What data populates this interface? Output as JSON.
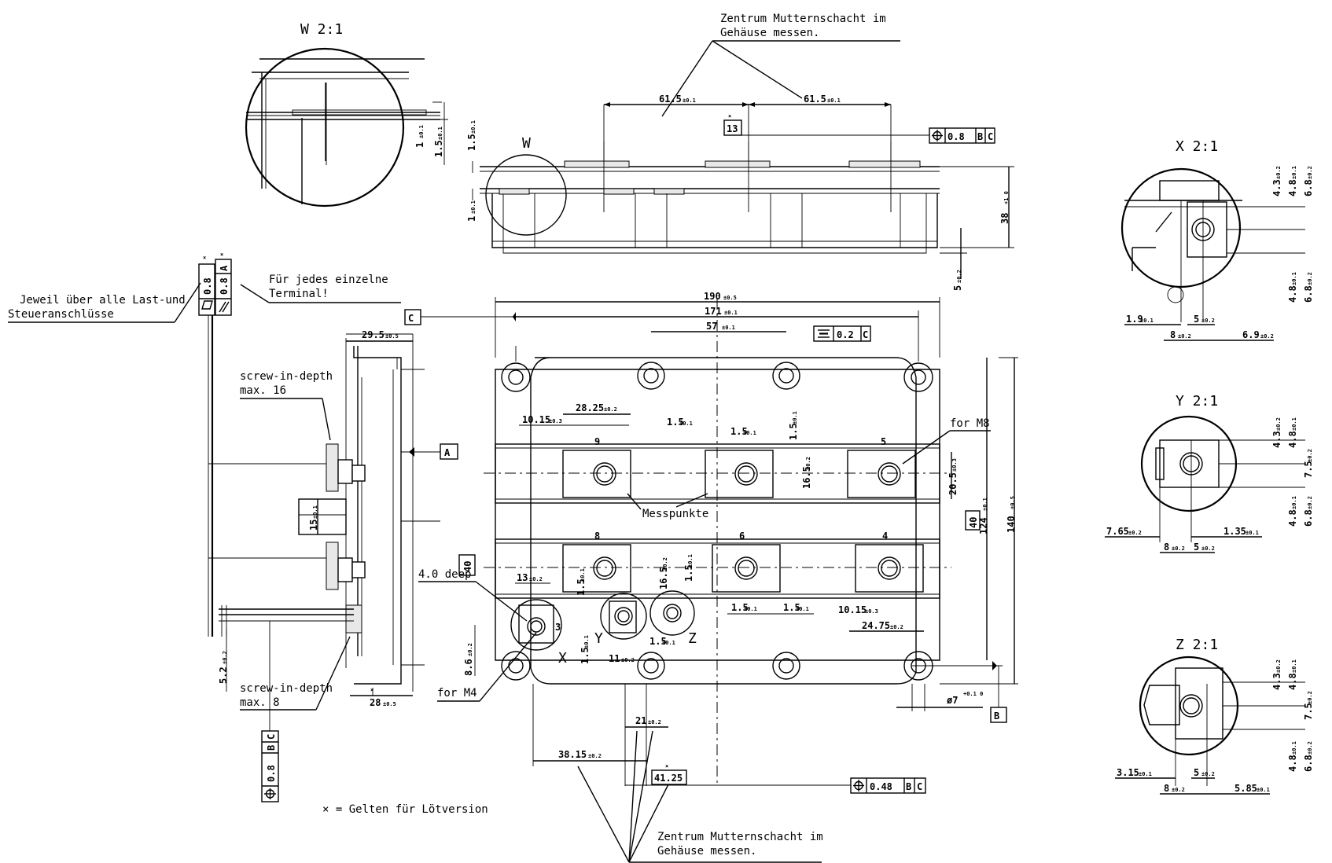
{
  "views": {
    "w_detail_title": "W 2:1",
    "x_detail_title": "X 2:1",
    "y_detail_title": "Y 2:1",
    "z_detail_title": "Z 2:1",
    "w_marker": "W",
    "x_marker": "X",
    "y_marker": "Y",
    "z_marker": "Z"
  },
  "notes": {
    "center_nut_top_line1": "Zentrum Mutternschacht im",
    "center_nut_top_line2": "Gehäuse messen.",
    "center_nut_bottom_line1": "Zentrum Mutternschacht im",
    "center_nut_bottom_line2": "Gehäuse messen.",
    "jeweil_line1": "Jeweil über alle Last-und",
    "jeweil_line2": "Steueranschlüsse",
    "fuer_jedes_line1": "Für jedes einzelne",
    "fuer_jedes_line2": "Terminal!",
    "screw_depth_16_line1": "screw-in-depth",
    "screw_depth_16_line2": "max. 16",
    "screw_depth_8_line1": "screw-in-depth",
    "screw_depth_8_line2": "max. 8",
    "for_m8": "for M8",
    "for_m4": "for M4",
    "messpunkte": "Messpunkte",
    "deep": "4.0 deep",
    "solder_note": "× = Gelten für Lötversion"
  },
  "datums": {
    "a": "A",
    "b": "B",
    "c": "C"
  },
  "terminals": [
    "9",
    "5",
    "8",
    "6",
    "4",
    "3"
  ],
  "tolerance_frames": {
    "top_position": "0.8",
    "top_refs": [
      "B",
      "C"
    ],
    "bottom_position": "0.48",
    "bottom_refs": [
      "B",
      "C"
    ],
    "left_position": "0.8",
    "left_refs": [
      "B",
      "C"
    ],
    "flatness": "0.8",
    "parallel": "0.8",
    "parallel_ref": "A",
    "symmetry": "0.2",
    "symmetry_ref": "C"
  },
  "boxed_dims": {
    "d13": "13",
    "d41_25": "41.25",
    "d40a": "40",
    "d40b": "40"
  },
  "dims": {
    "d61_5_left": "61.5",
    "d61_5_right": "61.5",
    "d190": "190",
    "d171": "171",
    "d57": "57",
    "d29_5": "29.5",
    "d28": "28",
    "d28_25": "28.25",
    "d10_15a": "10.15",
    "d10_15b": "10.15",
    "d1_5a": "1.5",
    "d1_5b": "1.5",
    "d1_5c": "1.5",
    "d1_5d": "1.5",
    "d1_5e": "1.5",
    "d1_5f": "1.5",
    "d1_5g": "1.5",
    "d1_5h": "1.5",
    "d1_5i": "1.5",
    "d16_5a": "16.5",
    "d16_5b": "16.5",
    "d20_5": "20.5",
    "d124": "124",
    "d140": "140",
    "d15": "15",
    "d13b": "13",
    "d8_6": "8.6",
    "d11": "11",
    "d24_75": "24.75",
    "d7": "ø7",
    "d7_tol": "+0.1 0",
    "d21": "21",
    "d38_15": "38.15",
    "d38": "38",
    "d38_tol": "+1 0",
    "d5": "5",
    "d1": "1",
    "d1_5top": "1.5",
    "d5_2": "5.2",
    "wd1": "1",
    "wd1_5": "1.5",
    "x_4_3": "4.3",
    "x_4_8a": "4.8",
    "x_6_8a": "6.8",
    "x_4_8b": "4.8",
    "x_6_8b": "6.8",
    "x_1_9": "1.9",
    "x_5": "5",
    "x_8": "8",
    "x_6_9": "6.9",
    "y_4_3": "4.3",
    "y_4_8a": "4.8",
    "y_7_5": "7.5",
    "y_4_8b": "4.8",
    "y_6_8": "6.8",
    "y_7_65": "7.65",
    "y_8": "8",
    "y_5": "5",
    "y_1_35": "1.35",
    "z_4_3": "4.3",
    "z_4_8a": "4.8",
    "z_7_5": "7.5",
    "z_4_8b": "4.8",
    "z_6_8": "6.8",
    "z_3_15": "3.15",
    "z_5": "5",
    "z_8": "8",
    "z_5_85": "5.85"
  },
  "tols": {
    "t01": "±0.1",
    "t02": "±0.2",
    "t03": "±0.3",
    "t05": "±0.5"
  },
  "markers": {
    "solder": "×"
  }
}
